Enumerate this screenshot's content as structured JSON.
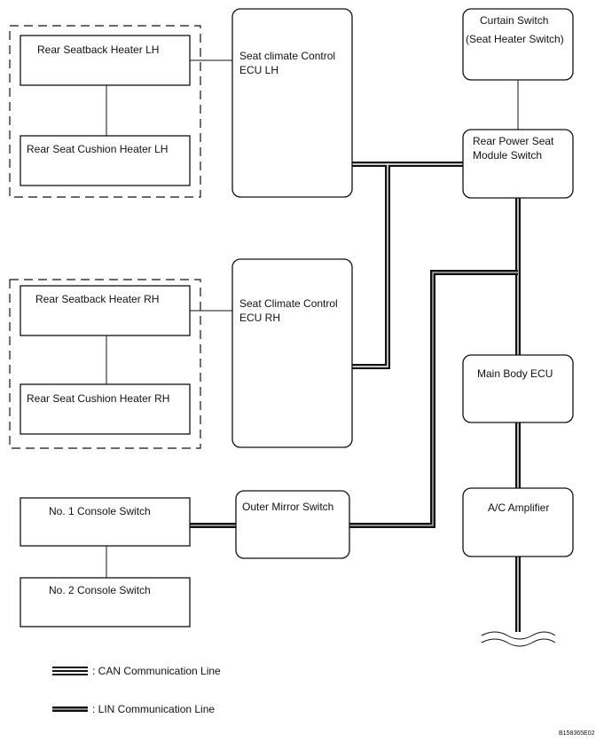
{
  "diagram": {
    "components": {
      "rear_seatback_heater_lh": "Rear Seatback Heater LH",
      "rear_seat_cushion_heater_lh": "Rear Seat Cushion Heater LH",
      "seat_climate_control_ecu_lh": [
        "Seat climate Control",
        "ECU LH"
      ],
      "curtain_switch": [
        "Curtain Switch",
        "(Seat Heater Switch)"
      ],
      "rear_power_seat_module_switch": [
        "Rear Power Seat",
        "Module Switch"
      ],
      "rear_seatback_heater_rh": "Rear Seatback Heater RH",
      "rear_seat_cushion_heater_rh": "Rear Seat Cushion Heater RH",
      "seat_climate_control_ecu_rh": [
        "Seat Climate Control",
        "ECU RH"
      ],
      "main_body_ecu": "Main Body ECU",
      "no1_console_switch": "No. 1 Console Switch",
      "no2_console_switch": "No. 2 Console Switch",
      "outer_mirror_switch": "Outer Mirror Switch",
      "ac_amplifier": "A/C Amplifier"
    },
    "legend": {
      "can": ": CAN Communication Line",
      "lin": ": LIN Communication Line"
    },
    "figure_id": "B158365E02"
  }
}
